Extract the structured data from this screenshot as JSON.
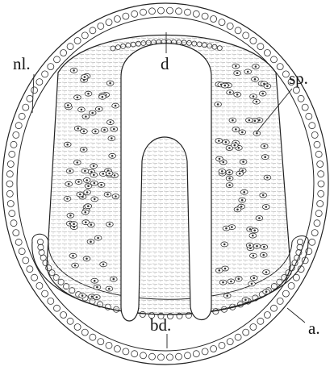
{
  "figure": {
    "labels": {
      "d": "d",
      "nl": "nl.",
      "sp": "sp.",
      "bd": "bd.",
      "a": "a."
    }
  }
}
